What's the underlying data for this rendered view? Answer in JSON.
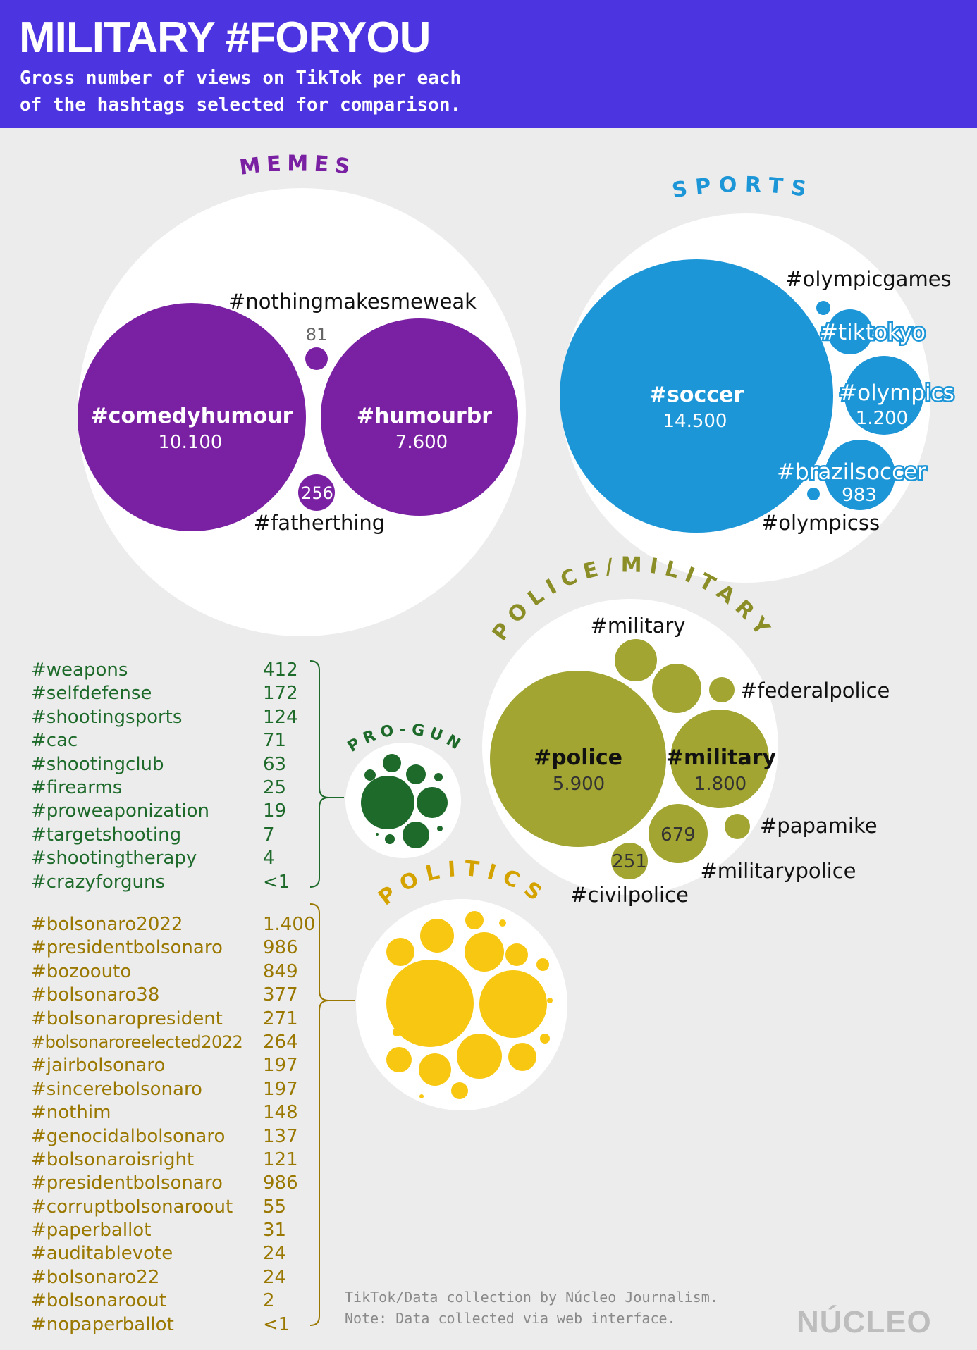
{
  "title": "MILITARY #FORYOU",
  "subtitle": "Gross number of views on TikTok per each\nof the hashtags selected for comparison.",
  "footer": "TikTok/Data collection by Núcleo Journalism.\nNote: Data collected via web interface.",
  "logo": "NÚCLEO",
  "colors": {
    "header": "#4c35e0",
    "memes": "#7a21a3",
    "sports": "#1d96d8",
    "police": "#a2a531",
    "progun": "#1d6a2a",
    "politics": "#f8c712"
  },
  "chart_data": {
    "type": "bubble",
    "groups": [
      {
        "key": "memes",
        "label": "MEMES",
        "items": [
          {
            "tag": "#comedyhumour",
            "value": 10100,
            "value_label": "10.100"
          },
          {
            "tag": "#humourbr",
            "value": 7600,
            "value_label": "7.600"
          },
          {
            "tag": "#fatherthing",
            "value": 256,
            "value_label": "256"
          },
          {
            "tag": "#nothingmakesmeweak",
            "value": 81,
            "value_label": "81"
          }
        ]
      },
      {
        "key": "sports",
        "label": "SPORTS",
        "items": [
          {
            "tag": "#soccer",
            "value": 14500,
            "value_label": "14.500"
          },
          {
            "tag": "#olympics",
            "value": 1200,
            "value_label": "1.200"
          },
          {
            "tag": "#brazilsoccer",
            "value": 983,
            "value_label": "983"
          },
          {
            "tag": "#tiktokyo",
            "value": null,
            "value_label": ""
          },
          {
            "tag": "#olympicgames",
            "value": null,
            "value_label": ""
          },
          {
            "tag": "#olympicss",
            "value": null,
            "value_label": ""
          }
        ]
      },
      {
        "key": "police",
        "label": "POLICE/MILITARY",
        "items": [
          {
            "tag": "#police",
            "value": 5900,
            "value_label": "5.900"
          },
          {
            "tag": "#military",
            "value": 1800,
            "value_label": "1.800"
          },
          {
            "tag": "#militarypolice",
            "value": 679,
            "value_label": "679"
          },
          {
            "tag": "#civilpolice",
            "value": 251,
            "value_label": "251"
          },
          {
            "tag": "#military",
            "value": null,
            "value_label": ""
          },
          {
            "tag": "#federalpolice",
            "value": null,
            "value_label": ""
          },
          {
            "tag": "#papamike",
            "value": null,
            "value_label": ""
          }
        ]
      },
      {
        "key": "progun",
        "label": "PRO-GUN",
        "items": [
          {
            "tag": "#weapons",
            "value": 412,
            "value_label": "412"
          },
          {
            "tag": "#selfdefense",
            "value": 172,
            "value_label": "172"
          },
          {
            "tag": "#shootingsports",
            "value": 124,
            "value_label": "124"
          },
          {
            "tag": "#cac",
            "value": 71,
            "value_label": "71"
          },
          {
            "tag": "#shootingclub",
            "value": 63,
            "value_label": "63"
          },
          {
            "tag": "#firearms",
            "value": 25,
            "value_label": "25"
          },
          {
            "tag": "#proweaponization",
            "value": 19,
            "value_label": "19"
          },
          {
            "tag": "#targetshooting",
            "value": 7,
            "value_label": "7"
          },
          {
            "tag": "#shootingtherapy",
            "value": 4,
            "value_label": "4"
          },
          {
            "tag": "#crazyforguns",
            "value": 0.5,
            "value_label": "<1"
          }
        ]
      },
      {
        "key": "politics",
        "label": "POLITICS",
        "items": [
          {
            "tag": "#bolsonaro2022",
            "value": 1400,
            "value_label": "1.400"
          },
          {
            "tag": "#presidentbolsonaro",
            "value": 986,
            "value_label": "986"
          },
          {
            "tag": "#bozoouto",
            "value": 849,
            "value_label": "849"
          },
          {
            "tag": "#bolsonaro38",
            "value": 377,
            "value_label": "377"
          },
          {
            "tag": "#bolsonaropresident",
            "value": 271,
            "value_label": "271"
          },
          {
            "tag": "#bolsonaroreelected2022",
            "value": 264,
            "value_label": "264"
          },
          {
            "tag": "#jairbolsonaro",
            "value": 197,
            "value_label": "197"
          },
          {
            "tag": "#sincerebolsonaro",
            "value": 197,
            "value_label": "197"
          },
          {
            "tag": "#nothim",
            "value": 148,
            "value_label": "148"
          },
          {
            "tag": "#genocidalbolsonaro",
            "value": 137,
            "value_label": "137"
          },
          {
            "tag": "#bolsonaroisright",
            "value": 121,
            "value_label": "121"
          },
          {
            "tag": "#presidentbolsonaro",
            "value": 986,
            "value_label": "986"
          },
          {
            "tag": "#corruptbolsonaroout",
            "value": 55,
            "value_label": "55"
          },
          {
            "tag": "#paperballot",
            "value": 31,
            "value_label": "31"
          },
          {
            "tag": "#auditablevote",
            "value": 24,
            "value_label": "24"
          },
          {
            "tag": "#bolsonaro22",
            "value": 24,
            "value_label": "24"
          },
          {
            "tag": "#bolsonaroout",
            "value": 2,
            "value_label": "2"
          },
          {
            "tag": "#nopaperballot",
            "value": 0.5,
            "value_label": "<1"
          }
        ]
      }
    ]
  }
}
